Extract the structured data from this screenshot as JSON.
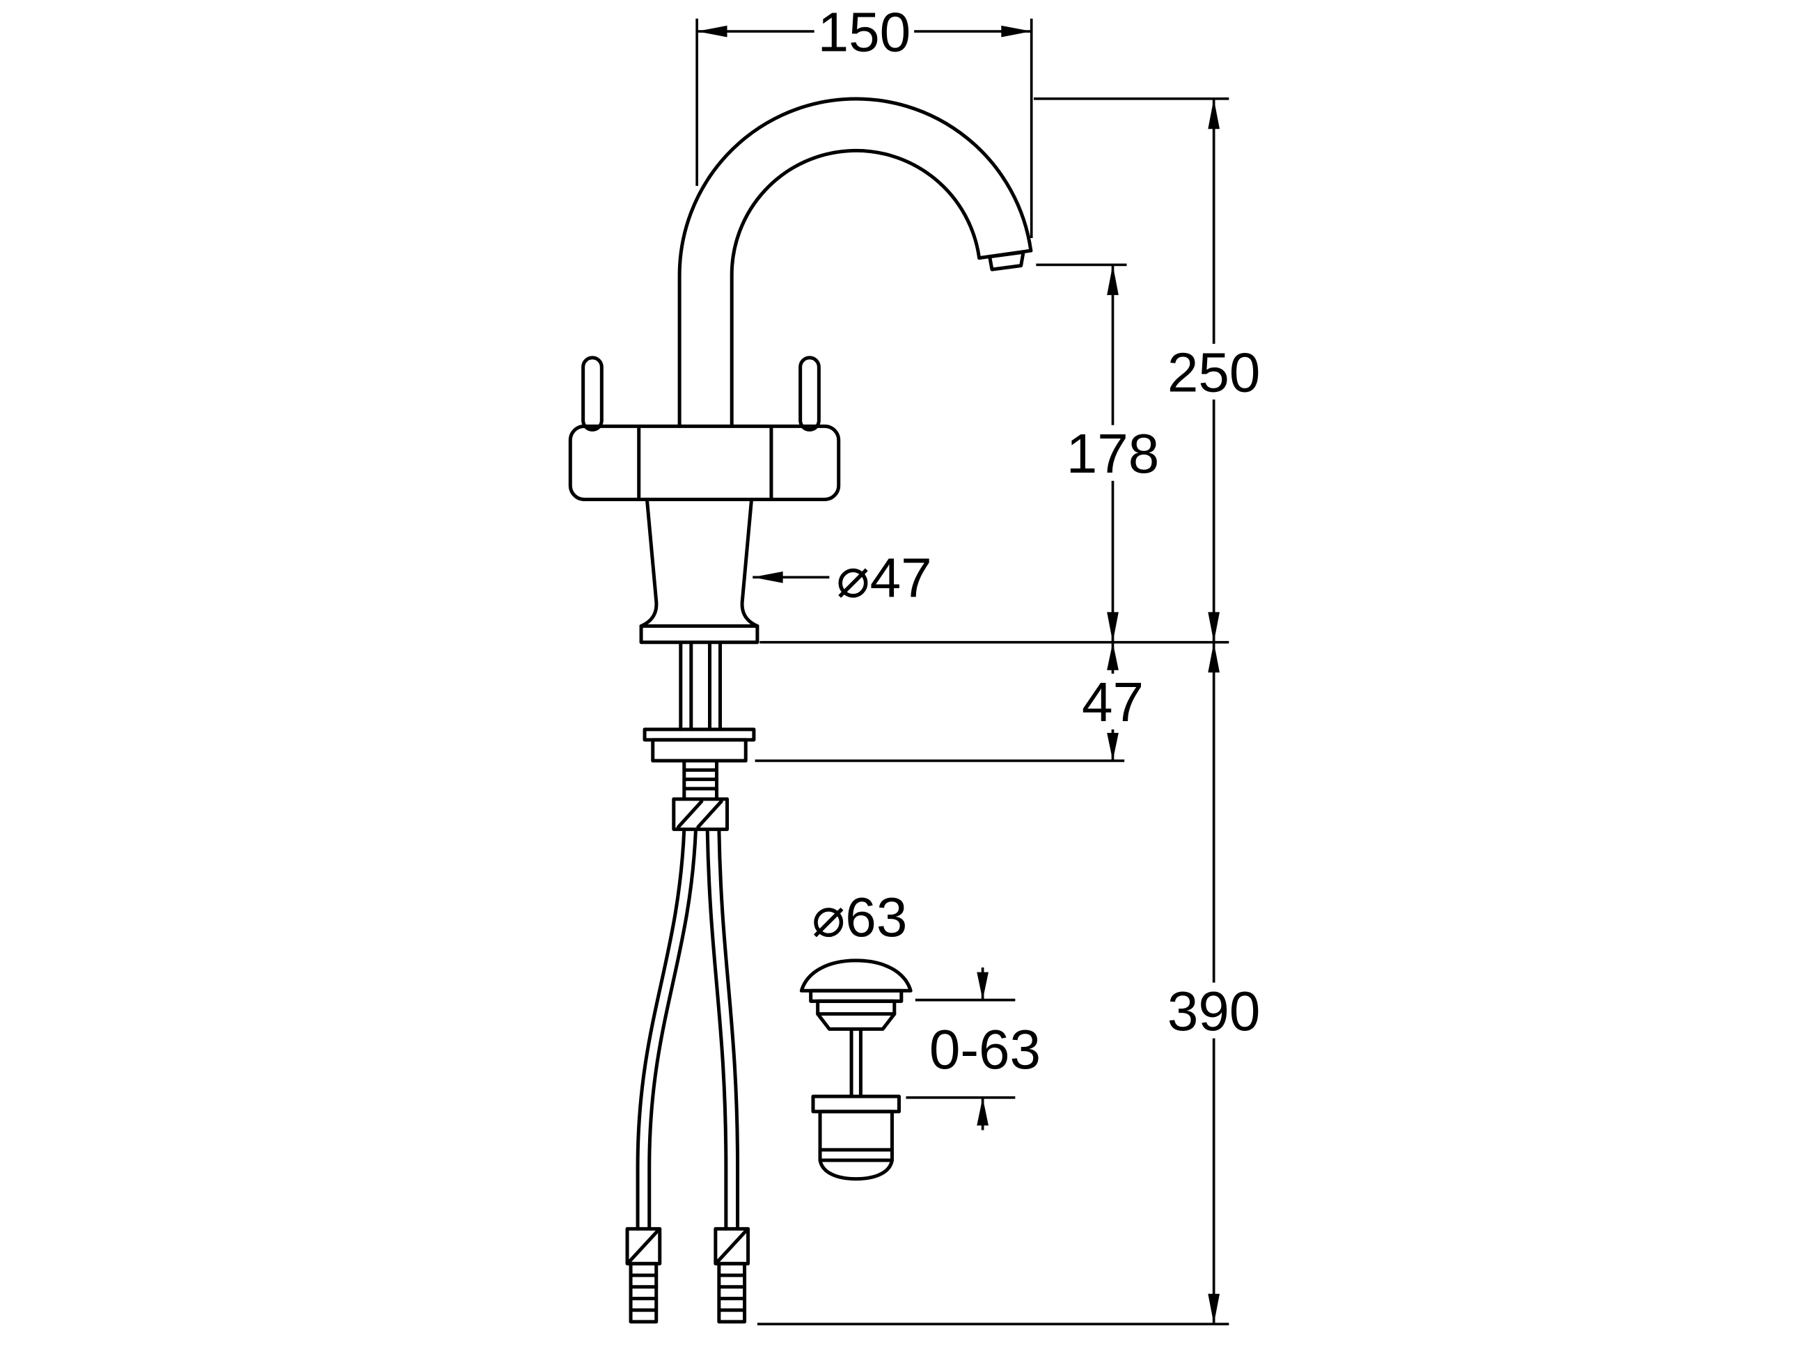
{
  "page": {
    "background": "#ffffff",
    "line_color": "#000000"
  },
  "labels": {
    "spout_reach": "150",
    "overall_height": "250",
    "outlet_height": "178",
    "body_diameter": "⌀47",
    "shank_length": "47",
    "waste_cap_diameter": "⌀63",
    "waste_adjust_range": "0-63",
    "hose_length": "390"
  }
}
